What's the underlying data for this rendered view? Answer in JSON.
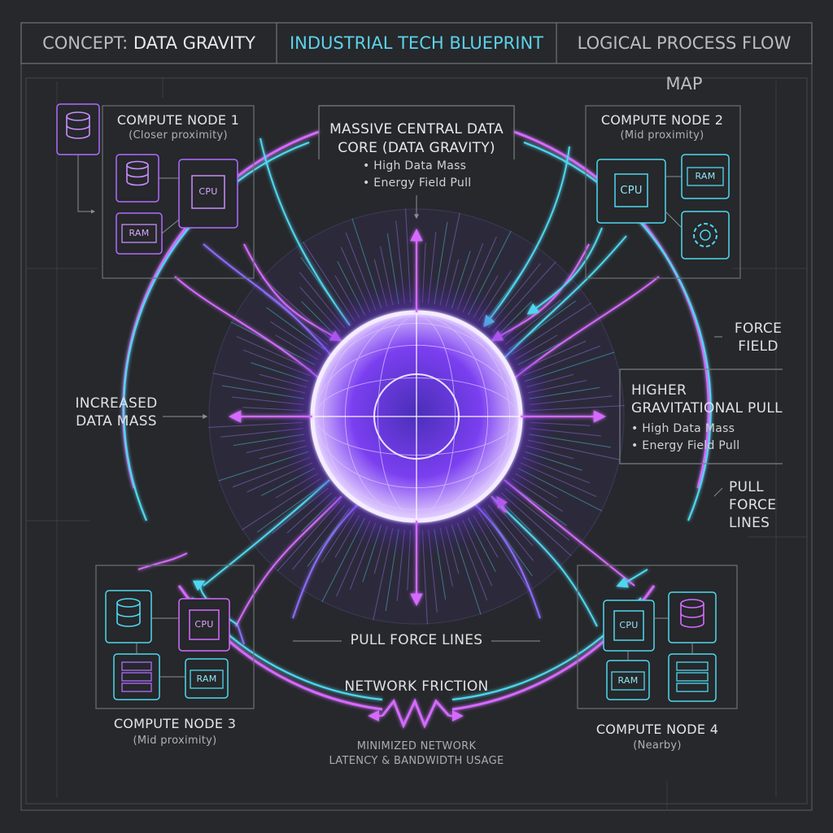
{
  "header": {
    "left_prefix": "CONCEPT:",
    "left_value": "DATA GRAVITY",
    "center": "INDUSTRIAL TECH BLUEPRINT",
    "right": "LOGICAL PROCESS FLOW MAP"
  },
  "core": {
    "title_line1": "MASSIVE CENTRAL DATA",
    "title_line2": "CORE (DATA GRAVITY)",
    "bullets": [
      "• High Data Mass",
      "• Energy Field Pull"
    ]
  },
  "nodes": {
    "node1": {
      "title": "COMPUTE NODE 1",
      "subtitle": "(Closer proximity)"
    },
    "node2": {
      "title": "COMPUTE NODE 2",
      "subtitle": "(Mid proximity)"
    },
    "node3": {
      "title": "COMPUTE NODE 3",
      "subtitle": "(Mid proximity)"
    },
    "node4": {
      "title": "COMPUTE NODE 4",
      "subtitle": "(Nearby)"
    }
  },
  "chips": {
    "cpu": "CPU",
    "ram": "RAM"
  },
  "labels": {
    "increased_mass_1": "INCREASED",
    "increased_mass_2": "DATA MASS",
    "force_field_1": "FORCE",
    "force_field_2": "FIELD",
    "higher_pull_1": "HIGHER",
    "higher_pull_2": "GRAVITATIONAL PULL",
    "higher_pull_bullets": [
      "• High Data Mass",
      "• Energy Field Pull"
    ],
    "pull_force_1": "PULL",
    "pull_force_2": "FORCE",
    "pull_force_3": "LINES",
    "pull_force_lines": "PULL FORCE LINES",
    "network_friction": "NETWORK FRICTION",
    "minimized_1": "MINIMIZED NETWORK",
    "minimized_2": "LATENCY & BANDWIDTH USAGE"
  },
  "colors": {
    "background": "#26282b",
    "magenta": "#d46bff",
    "cyan": "#4fd7f0",
    "violet": "#8f6cff",
    "panel_stroke": "#6d7177"
  }
}
